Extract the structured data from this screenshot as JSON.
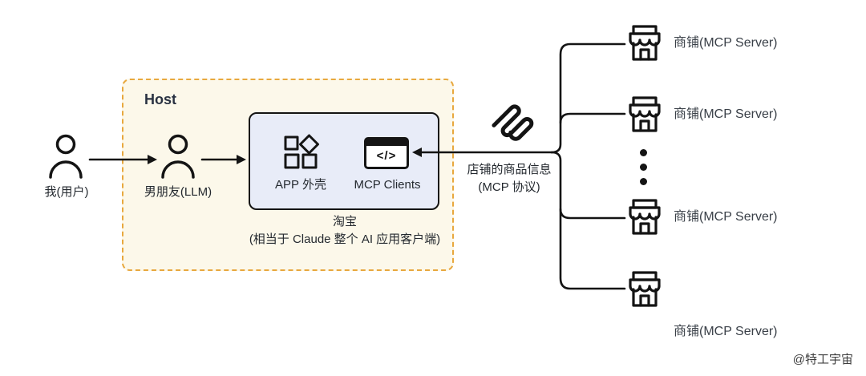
{
  "diagram_title": "MCP architecture analogy (Taobao shopping)",
  "colors": {
    "background": "#FFFFFF",
    "host_fill": "#FCF8EA",
    "host_border": "#E8A83E",
    "client_fill": "#E8ECF8",
    "stroke": "#141414",
    "text_primary": "#24292F",
    "text_secondary": "#3A4048"
  },
  "host": {
    "title": "Host"
  },
  "actors": {
    "user": {
      "label": "我(用户)",
      "icon": "person-icon"
    },
    "llm": {
      "label": "男朋友(LLM)",
      "icon": "person-icon"
    }
  },
  "client_box": {
    "app_shell": {
      "label": "APP 外壳",
      "icon": "components-icon"
    },
    "mcp_clients": {
      "label": "MCP Clients",
      "icon": "code-window-icon",
      "code_glyph": "</>"
    },
    "caption_line1": "淘宝",
    "caption_line2": "(相当于 Claude 整个 AI 应用客户端)"
  },
  "protocol": {
    "icon": "mcp-scribble-icon",
    "label_line1": "店铺的商品信息",
    "label_line2": "(MCP 协议)"
  },
  "servers": {
    "icon": "storefront-icon",
    "ellipsis_icon": "more-servers-ellipsis",
    "items": [
      {
        "label": "商铺(MCP Server)"
      },
      {
        "label": "商铺(MCP Server)"
      },
      {
        "label": "商铺(MCP Server)"
      },
      {
        "label": "商铺(MCP Server)"
      }
    ]
  },
  "watermark": "@特工宇宙"
}
